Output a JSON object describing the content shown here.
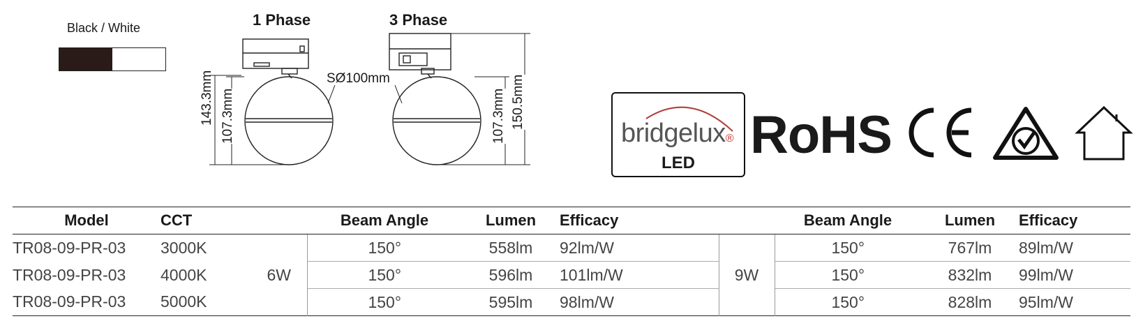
{
  "finish": {
    "label": "Black  / White",
    "colors": [
      "#2a1a18",
      "#ffffff"
    ]
  },
  "drawing": {
    "phase1_label": "1 Phase",
    "phase3_label": "3 Phase",
    "dim_total_height": "143.3mm",
    "dim_sphere_height_left": "107.3mm",
    "dim_sphere_diameter": "SØ100mm",
    "dim_sphere_height_right": "107.3mm",
    "dim_total_height_right": "150.5mm"
  },
  "logos": {
    "bridgelux_brand": "bridgelux",
    "bridgelux_mark": "®",
    "bridgelux_led": "LED",
    "rohs": "RoHS",
    "ce_icon": "ce-mark-icon",
    "rcm_icon": "rcm-mark-icon",
    "indoor_icon": "indoor-house-icon",
    "bridgelux_swoosh_color": "#b0403a"
  },
  "table": {
    "headers": {
      "model": "Model",
      "cct": "CCT",
      "beam1": "Beam Angle",
      "lumen1": "Lumen",
      "efficacy1": "Efficacy",
      "beam2": "Beam Angle",
      "lumen2": "Lumen",
      "efficacy2": "Efficacy"
    },
    "power1": "6W",
    "power2": "9W",
    "rows": [
      {
        "model": "TR08-09-PR-03",
        "cct": "3000K",
        "beam1": "150°",
        "lumen1": "558lm",
        "eff1": "92lm/W",
        "beam2": "150°",
        "lumen2": "767lm",
        "eff2": "89lm/W"
      },
      {
        "model": "TR08-09-PR-03",
        "cct": "4000K",
        "beam1": "150°",
        "lumen1": "596lm",
        "eff1": "101lm/W",
        "beam2": "150°",
        "lumen2": "832lm",
        "eff2": "99lm/W"
      },
      {
        "model": "TR08-09-PR-03",
        "cct": "5000K",
        "beam1": "150°",
        "lumen1": "595lm",
        "eff1": "98lm/W",
        "beam2": "150°",
        "lumen2": "828lm",
        "eff2": "95lm/W"
      }
    ]
  }
}
